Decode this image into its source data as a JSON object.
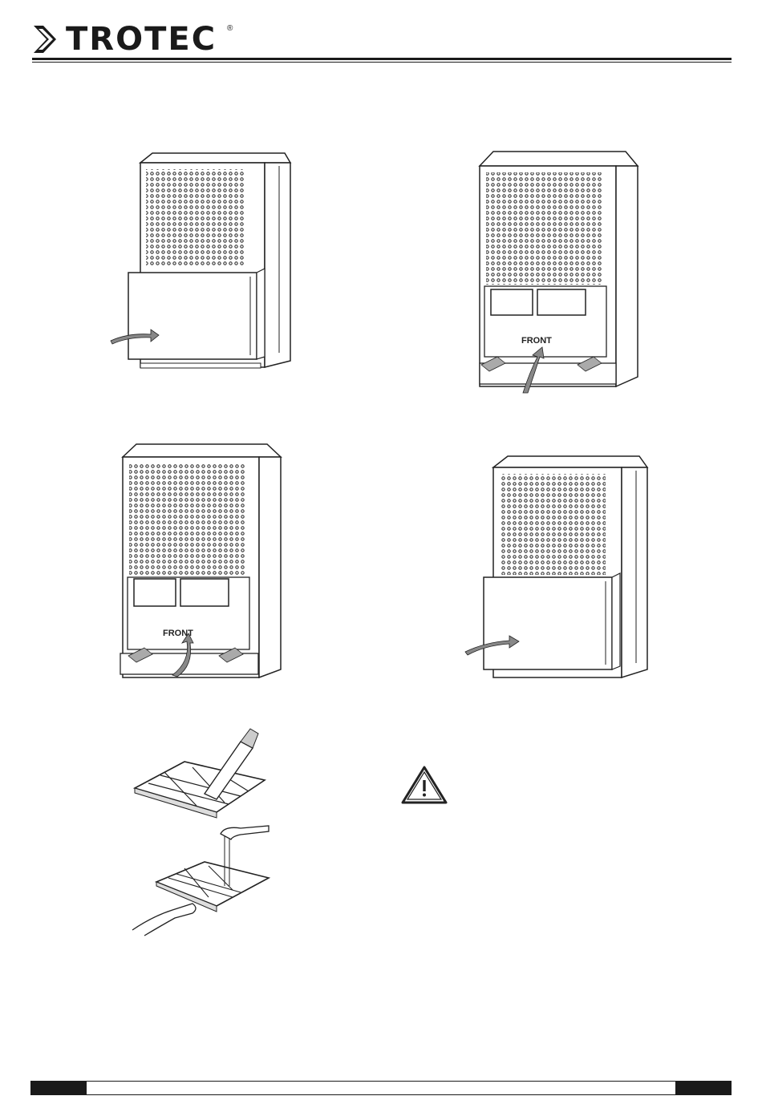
{
  "header": {
    "brand": "TROTEC",
    "registered_mark": "®"
  },
  "figures": {
    "fig2_label": "FRONT",
    "fig3_label": "FRONT"
  },
  "icons": [
    "trotec-logo-icon",
    "warning-triangle-icon"
  ]
}
